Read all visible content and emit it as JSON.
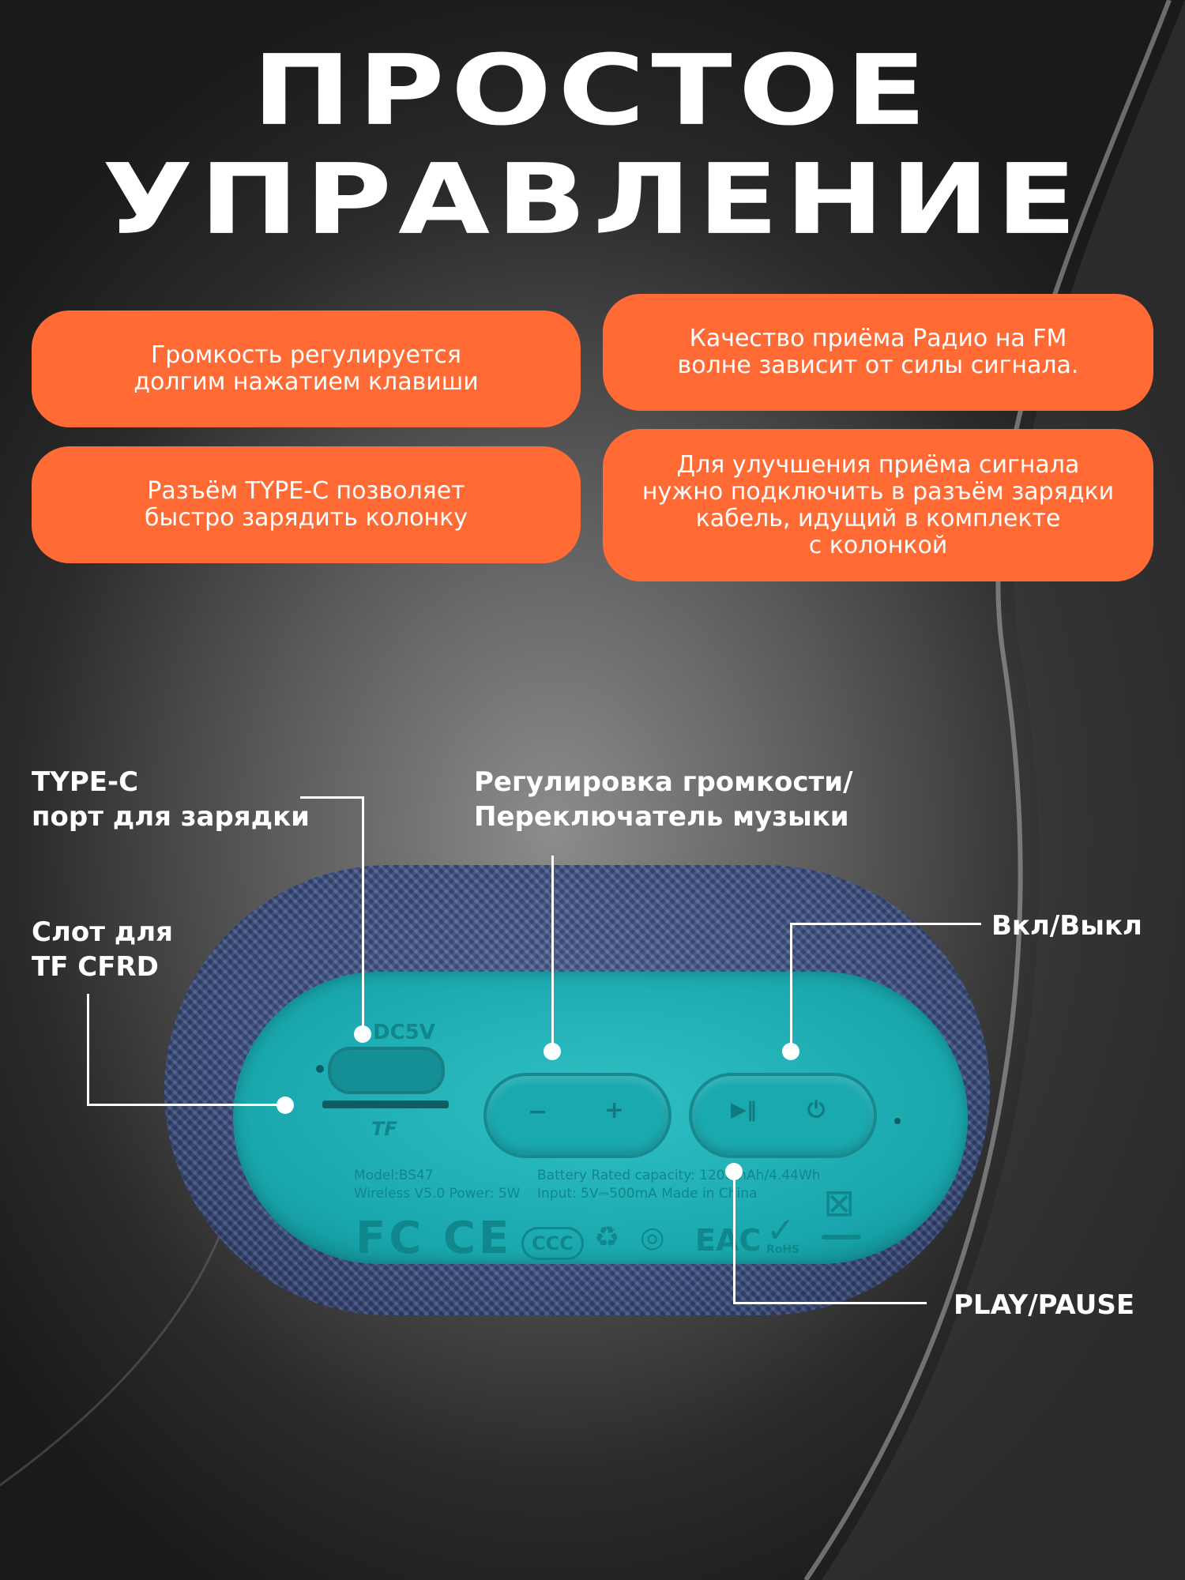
{
  "title": {
    "line1": "ПРОСТОЕ",
    "line2": "УПРАВЛЕНИЕ"
  },
  "info_pills": {
    "volume": "Громкость регулируется\nдолгим нажатием клавиши",
    "typec": "Разъём TYPE-C позволяет\nбыстро зарядить колонку",
    "radio": "Качество приёма Радио на FM\nволне зависит от силы сигнала.",
    "signal": "Для улучшения приёма сигнала\nнужно подключить в разъём зарядки\nкабель, идущий в комплекте\nс колонкой"
  },
  "callouts": {
    "typec_port": "TYPE-C\nпорт для зарядки",
    "tf_slot": "Слот для\nTF CFRD",
    "volume_switch": "Регулировка громкости/\nПереключатель музыки",
    "power": "Вкл/Выкл",
    "play_pause": "PLAY/PAUSE"
  },
  "device_markings": {
    "port_label": "DC5V",
    "tf_label": "TF",
    "model": "Model:BS47",
    "wireless": "Wireless V5.0  Power: 5W",
    "battery": "Battery Rated capacity: 1200mAh/4.44Wh",
    "input": "Input: 5V⎓500mA  Made in China",
    "certifications": "FC CE",
    "ccc": "CCC",
    "eac": "EAC",
    "rohs": "RoHS"
  },
  "colors": {
    "accent_orange": "#ff6a35",
    "panel_teal": "#19a7ad",
    "fabric_blue": "#41558a"
  }
}
